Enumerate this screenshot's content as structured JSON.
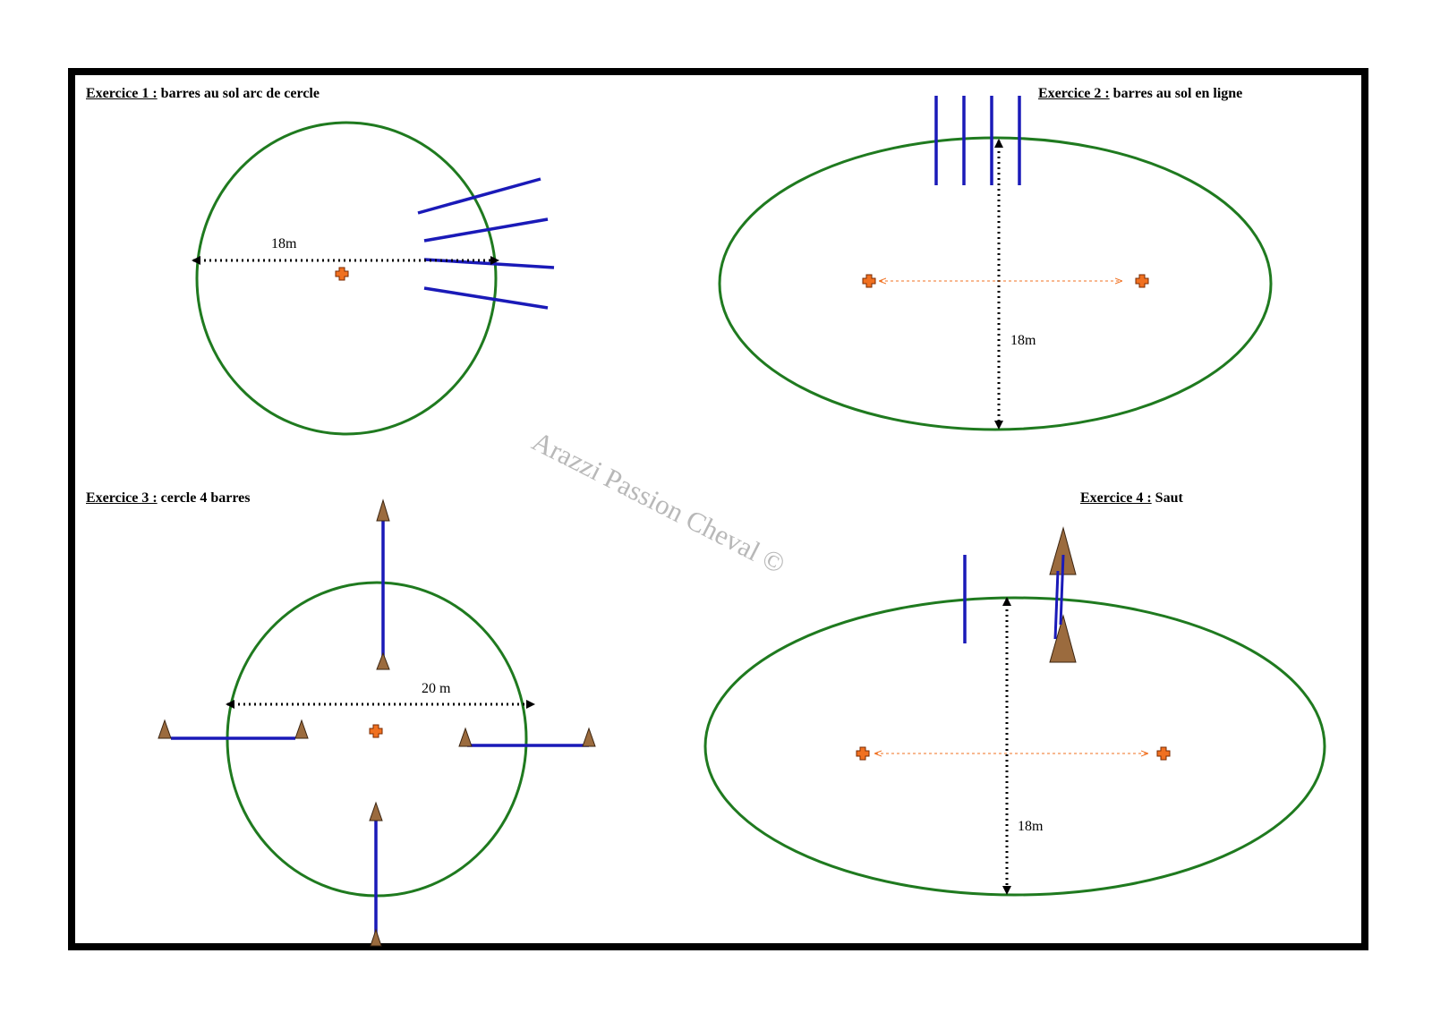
{
  "exercises": [
    {
      "lead": "Exercice 1 :",
      "rest": " barres au sol arc de cercle",
      "measure": "18m"
    },
    {
      "lead": "Exercice 2 :",
      "rest": " barres au sol en ligne",
      "measure": "18m"
    },
    {
      "lead": "Exercice 3 :",
      "rest": " cercle 4 barres",
      "measure": "20 m"
    },
    {
      "lead": "Exercice 4 :",
      "rest": " Saut",
      "measure": "18m"
    }
  ],
  "watermark": "Arazzi Passion Cheval ©",
  "colors": {
    "border": "#000000",
    "track": "#1f7a1f",
    "pole": "#1a1ab8",
    "cone": "#9b6b3e",
    "marker": "#f07020",
    "measure_line": "#000000",
    "axis_line": "#f07020"
  }
}
